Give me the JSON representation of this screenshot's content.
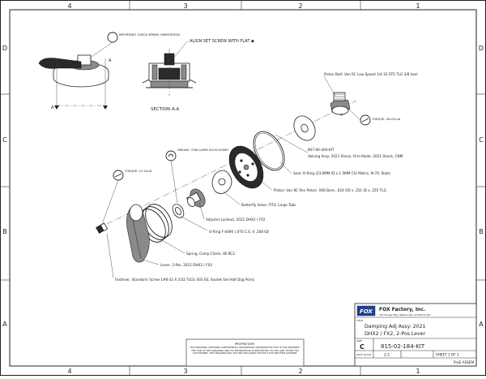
{
  "border": {
    "cols_top": [
      "4",
      "3",
      "2",
      "1"
    ],
    "cols_bottom": [
      "4",
      "3",
      "2",
      "1"
    ],
    "rows_left": [
      "D",
      "C",
      "B",
      "A"
    ],
    "rows_right": [
      "D",
      "C",
      "B",
      "A"
    ]
  },
  "callouts": {
    "important": "IMPORTANT: CHECK SPRING ORIENTATION",
    "align_set_screw": "ALIGN SET SCREW WITH FLAT",
    "section_label": "SECTION A-A",
    "section_mark": "A",
    "piston_bolt": "Piston Bolt: Van RC Low Speed 1/4-32 STS TLG 3/8 hexl",
    "torque_1": "TORQUE: 40±5in-lb",
    "kit_number": "807-06-404-KIT",
    "valving_assy": "Valving Assy: 2021 Shock, Firm Mode, 2021 Shock, CNM",
    "seal": "Seal: O-Ring (23.0MM ID x 1.5MM CS) Metric, N-70, Static",
    "piston": "Piston: Van RC Rev Piston .940 Bore, .624 OD x .251 ID x .255 TLG",
    "grease": "GREASE: THIN LAYER SLICK HONEY",
    "torque_2": "TORQUE: 12 5in-lb",
    "butterfly_valve": "Butterfly Valve, FIT4, Large Tabs",
    "adjuster": "Adjuster,Lockout, 2021 DHX2 / FX2",
    "o_ring": "O-Ring F-0090 (.070 C.S. X .208 ID)",
    "spring": "Spring, Comp.Check, 8ll RC2",
    "lever": "Lever, 2-Pos, 2021 DHX2 / FX2",
    "fastener": "Fastener, Standard: Screw 1#8-32 X 5/32 TLG1-303 SS, Socket Set Half Dog Point,"
  },
  "title_block": {
    "company": "FOX Factory, Inc.",
    "logo": "FOX",
    "address": "130 Hangar Way, Watsonville, CA 95076 USA",
    "title_label": "TITLE",
    "title_line1": "Damping Adj Assy: 2021",
    "title_line2": "DHX2 / FX2, 2-Pos Lever",
    "size_label": "SIZE",
    "size": "C",
    "part_number": "815-02-184-KIT",
    "scale_label": "PLOT SCALE",
    "scale": "2:1",
    "sheet": "SHEET 1 OF 1",
    "proe": "ProE ASSEM"
  },
  "proprietary": {
    "heading": "PROPRIETARY",
    "body": "THIS DRAWING CONTAINS CONFIDENTIAL PROPRIETARY INFORMATION THAT IS FOX PROPERTY. THE USE OF THIS DRAWING AND ITS INFORMATION IS RESTRICTED TO FOX AND THOSE FOX AUTHORIZES. THIS DRAWING MAY NOT BE DISCLOSED WITHOUT FOX WRITTEN CONSENT."
  }
}
